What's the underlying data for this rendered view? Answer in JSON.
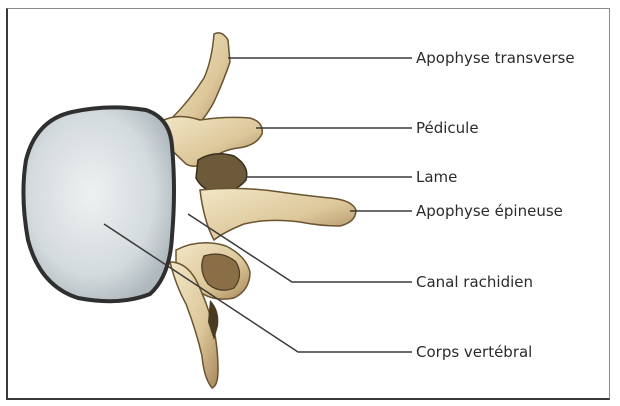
{
  "labels": {
    "apophyse_transverse": "Apophyse transverse",
    "pedicule": "Pédicule",
    "lame": "Lame",
    "apophyse_epineuse": "Apophyse épineuse",
    "canal_rachidien": "Canal rachidien",
    "corps_vertebral": "Corps vertébral"
  },
  "colors": {
    "bone": "#e8d9b0",
    "bone_shadow": "#b99a63",
    "bone_dark": "#6a5330",
    "disc": "#d7dde0",
    "disc_edge": "#2f2f2f",
    "text": "#2b2b2b"
  }
}
